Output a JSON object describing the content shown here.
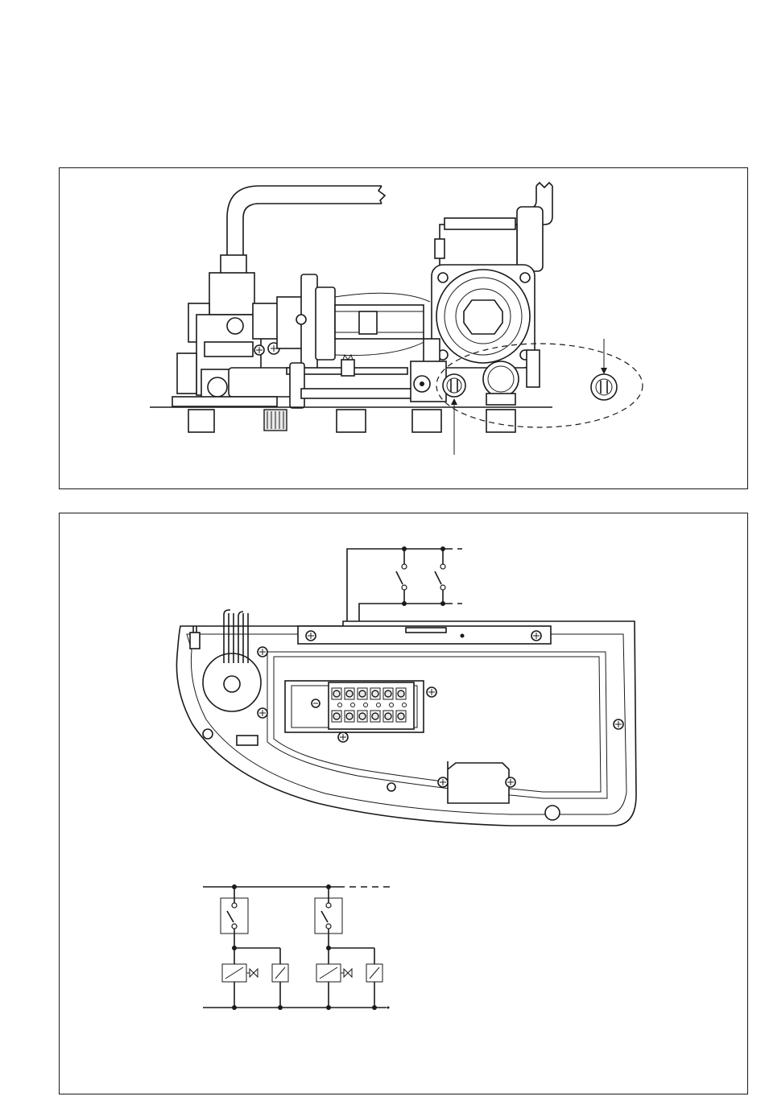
{
  "figures": [
    {
      "id": "top",
      "title": "",
      "callouts": []
    },
    {
      "id": "bottom",
      "title": "",
      "callouts": []
    }
  ],
  "colors": {
    "line": "#1a1a1a",
    "background": "#ffffff",
    "housing": "#e9e9e9"
  },
  "schematic": {
    "switch_count": 2,
    "valve_groups": 2,
    "terminal_count": 12
  }
}
